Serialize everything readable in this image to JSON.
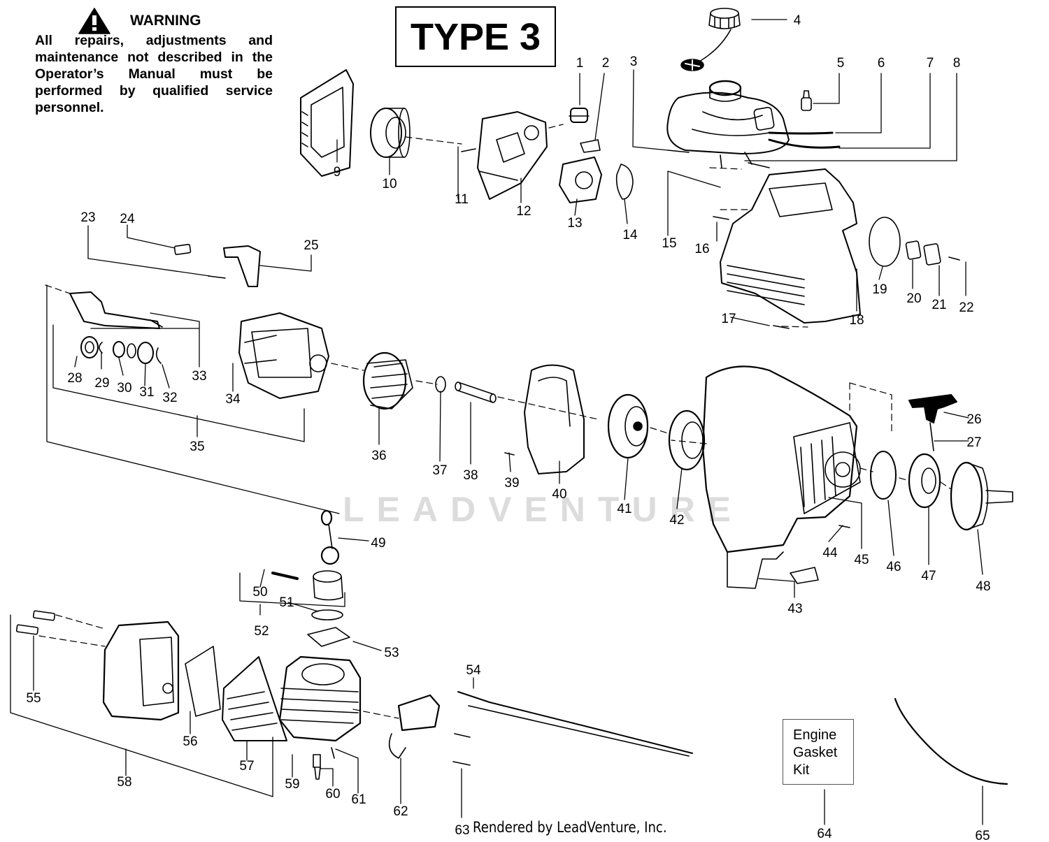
{
  "warning": {
    "title": "WARNING",
    "text": "All repairs, adjustments and maintenance not described in the Operator’s Manual must be performed by qualified service personnel."
  },
  "type_label": "TYPE 3",
  "kit_label": [
    "Engine",
    "Gasket",
    "Kit"
  ],
  "footer": "Rendered by LeadVenture, Inc.",
  "watermark": "LEADVENTURE",
  "part_numbers": [
    "1",
    "2",
    "3",
    "4",
    "5",
    "6",
    "7",
    "8",
    "9",
    "10",
    "11",
    "12",
    "13",
    "14",
    "15",
    "16",
    "17",
    "18",
    "19",
    "20",
    "21",
    "22",
    "23",
    "24",
    "25",
    "26",
    "27",
    "28",
    "29",
    "30",
    "31",
    "32",
    "33",
    "34",
    "35",
    "36",
    "37",
    "38",
    "39",
    "40",
    "41",
    "42",
    "43",
    "44",
    "45",
    "46",
    "47",
    "48",
    "49",
    "50",
    "51",
    "52",
    "53",
    "54",
    "55",
    "56",
    "57",
    "58",
    "59",
    "60",
    "61",
    "62",
    "63",
    "64",
    "65"
  ]
}
